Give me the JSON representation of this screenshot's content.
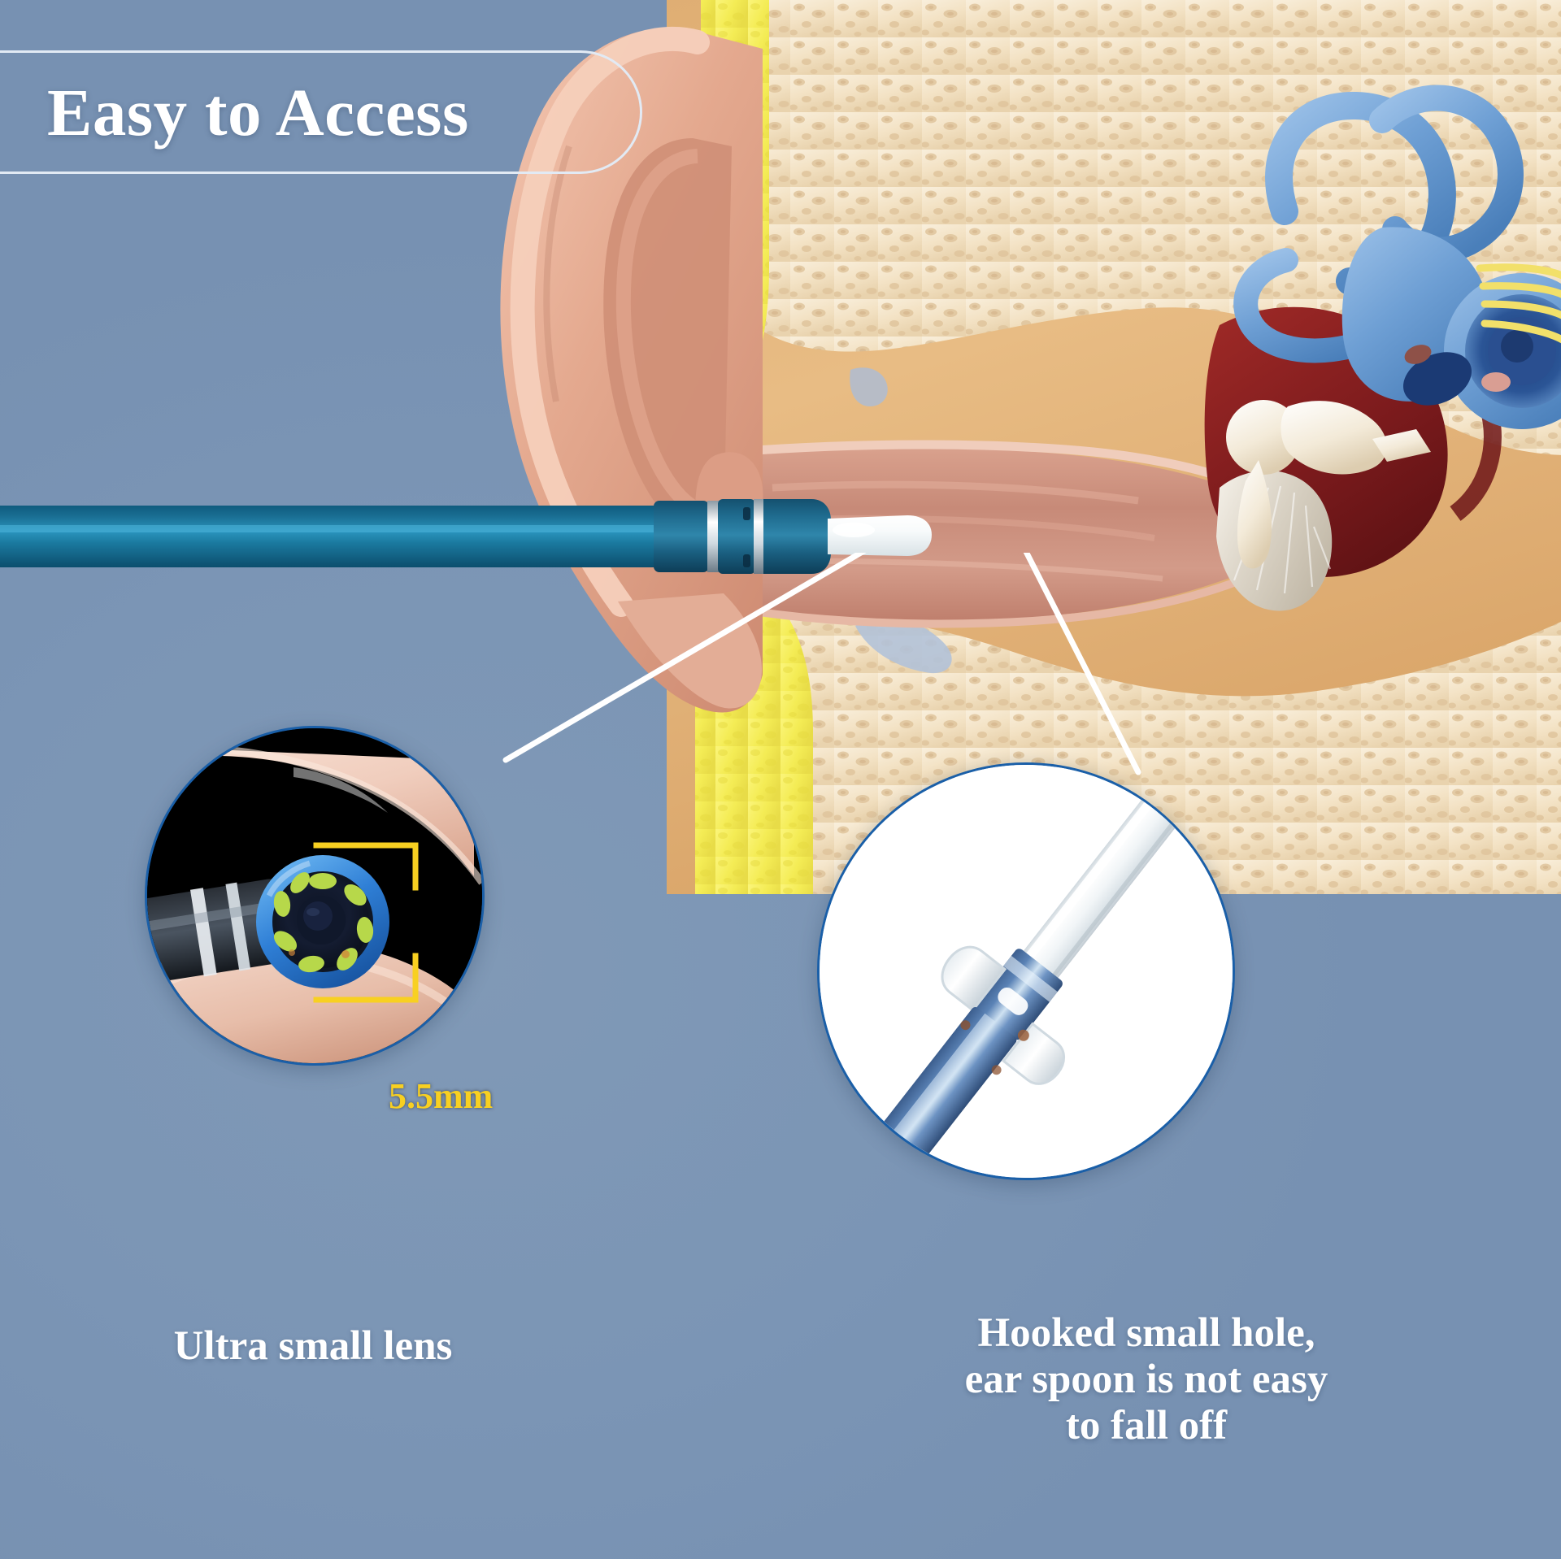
{
  "background_color": "#7b95b5",
  "header": {
    "title": "Easy to Access",
    "pill_border_color": "#e2eaf4",
    "title_color": "#ffffff"
  },
  "product": {
    "name": "ear endoscope otoscope probe",
    "body_color": "#1b7095",
    "tip_band_color": "#1b5f86",
    "ring_color": "#dfe8ef",
    "spoon_tip_color": "#f4f7f8"
  },
  "anatomy": {
    "title": "cross-section of human ear",
    "parts": [
      {
        "name": "pinna",
        "color": "#e0a991"
      },
      {
        "name": "ear-canal",
        "color": "#c98d7c"
      },
      {
        "name": "cartilage",
        "color": "#f6ef61"
      },
      {
        "name": "temporal-bone",
        "color": "#f4e3c6"
      },
      {
        "name": "middle-ear-cavity",
        "color": "#8b1f22"
      },
      {
        "name": "ossicles",
        "color": "#fbf4e6"
      },
      {
        "name": "eardrum",
        "color": "#e7e2da"
      },
      {
        "name": "cochlea-semicircular-canals",
        "color": "#6e9fd4"
      },
      {
        "name": "auditory-nerve",
        "color": "#f2e06a"
      },
      {
        "name": "skin",
        "color": "#f0cdbc"
      }
    ]
  },
  "details": [
    {
      "id": "lens",
      "kind": "photo-closeup",
      "subject": "camera lens tip held between fingers",
      "background": "#000000",
      "caption": "Ultra small lens",
      "dimension": {
        "value": "5.5mm",
        "color": "#f8d021",
        "bracket_color": "#f8d021",
        "describes": "lens outer diameter"
      },
      "lens_ring_color": "#2f7fd6",
      "led_color": "#b7d84a",
      "circle_border_color": "#1a5fa8"
    },
    {
      "id": "spoon",
      "kind": "photo-closeup",
      "subject": "transparent hooked ear spoon attachment on blue metal shaft",
      "background": "#ffffff",
      "caption_lines": [
        "Hooked small hole,",
        "ear spoon is not easy",
        "to fall off"
      ],
      "shaft_color": "#4a72a8",
      "hook_color": "#e9eef2",
      "circle_border_color": "#1a5fa8"
    }
  ],
  "connectors": {
    "color": "#ffffff",
    "description": "white V-shaped leader lines from probe tip to both detail circles"
  }
}
